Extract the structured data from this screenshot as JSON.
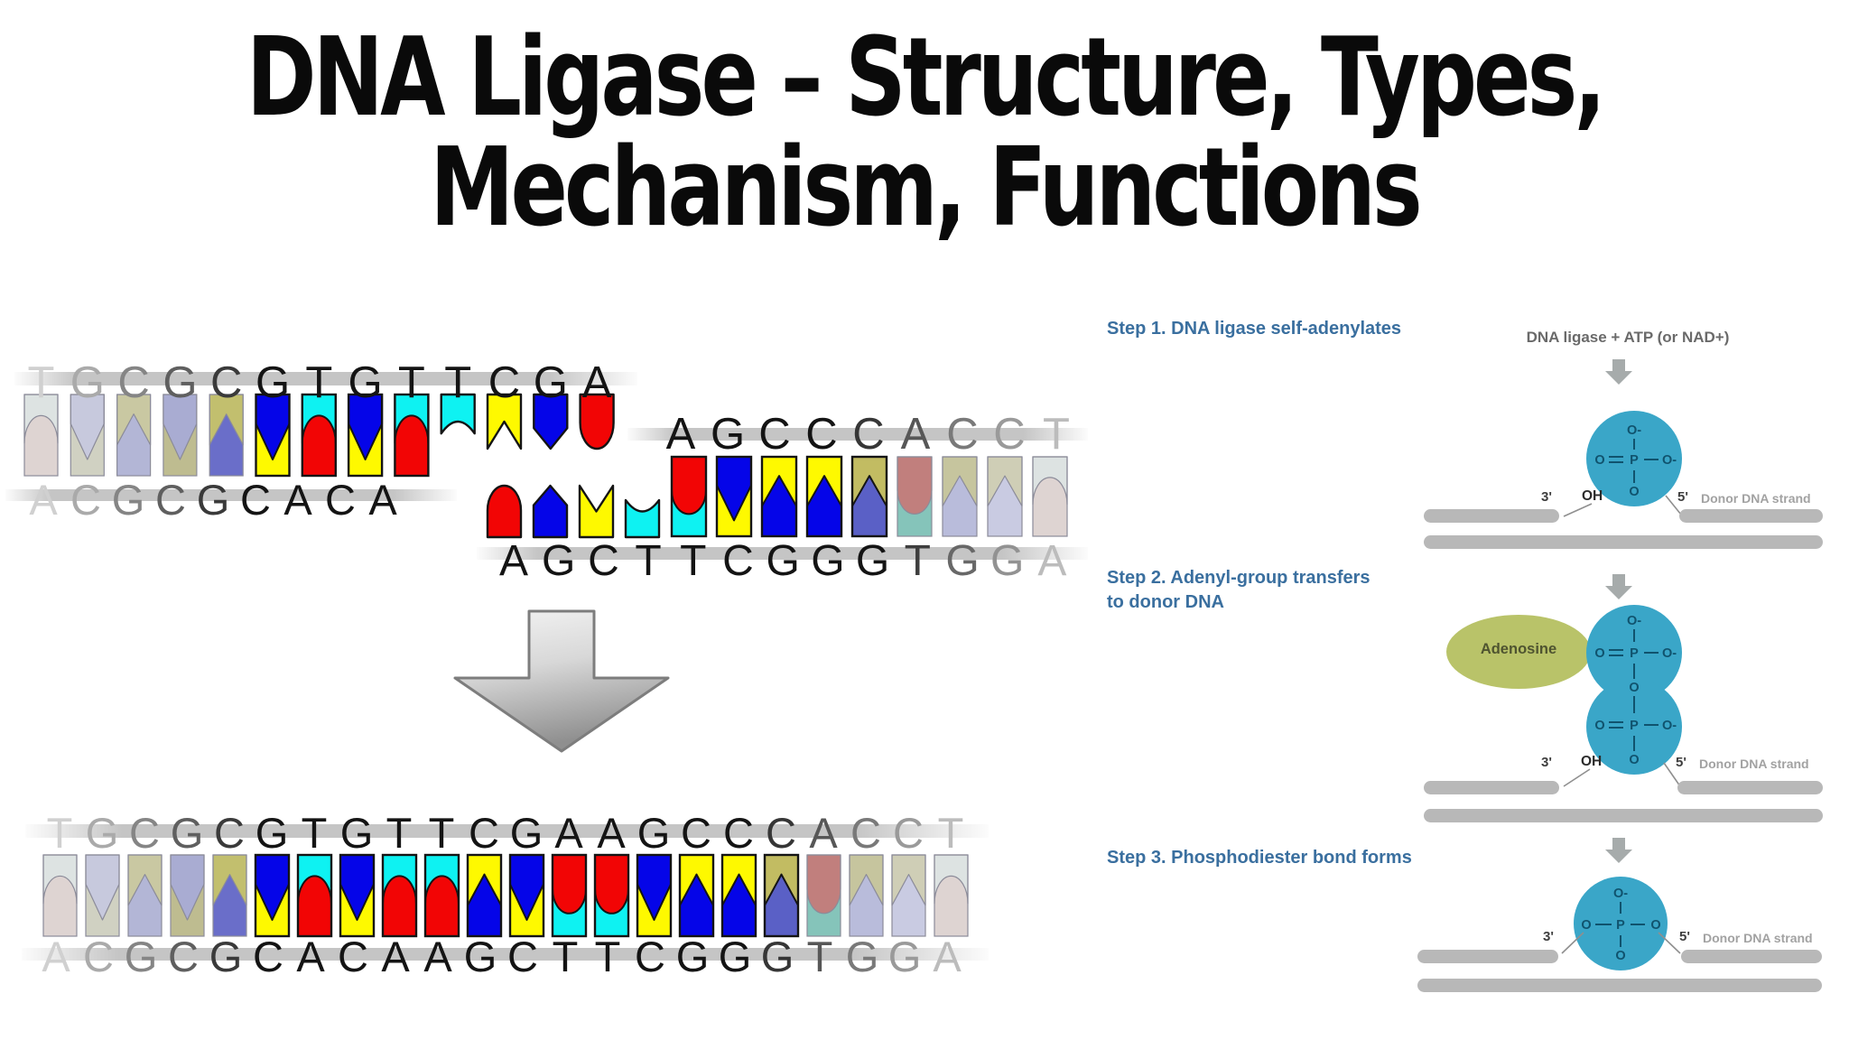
{
  "title": {
    "line1": "DNA Ligase – Structure, Types,",
    "line2": "Mechanism, Functions"
  },
  "dna": {
    "fragment1": {
      "top_strand": {
        "sequence": "TGCGCGTGTTCGA",
        "fade_in": 5,
        "fade_out": 0
      },
      "bottom_strand": {
        "sequence": "ACGCGCACA",
        "fade_in": 5,
        "fade_out": 0
      },
      "pairs": [
        {
          "t": "#dde3e2",
          "b": "#ded4d2",
          "s": "dome",
          "f": true
        },
        {
          "t": "#c7c9dd",
          "b": "#d0d1c2",
          "s": "v",
          "f": true
        },
        {
          "t": "#c9c8a2",
          "b": "#b3b6d6",
          "s": "peak",
          "f": true
        },
        {
          "t": "#a9acd2",
          "b": "#bebc90",
          "s": "v",
          "f": true
        },
        {
          "t": "#c2bf6e",
          "b": "#6a6ec9",
          "s": "peak",
          "f": true
        },
        {
          "t": "#0505e8",
          "b": "#fef900",
          "s": "v"
        },
        {
          "t": "#0ef2f2",
          "b": "#f20505",
          "s": "dome"
        },
        {
          "t": "#0505e8",
          "b": "#fef900",
          "s": "v"
        },
        {
          "t": "#0ef2f2",
          "b": "#f20505",
          "s": "dome"
        }
      ],
      "overhang_top": [
        {
          "c": "#0ef2f2",
          "s": "concave"
        },
        {
          "c": "#fef900",
          "s": "vnotch"
        },
        {
          "c": "#0505e8",
          "s": "point"
        },
        {
          "c": "#f20505",
          "s": "round"
        }
      ]
    },
    "fragment2": {
      "top_strand": {
        "sequence": "AGCCCACCT",
        "fade_in": 0,
        "fade_out": 5
      },
      "bottom_strand": {
        "sequence": "AGCTTCGGGTGGA",
        "fade_in": 0,
        "fade_out": 4
      },
      "overhang_bottom": [
        {
          "c": "#f20505",
          "s": "roundup"
        },
        {
          "c": "#0505e8",
          "s": "pointup"
        },
        {
          "c": "#fef900",
          "s": "vnotchup"
        },
        {
          "c": "#0ef2f2",
          "s": "concaveup"
        }
      ],
      "pairs": [
        {
          "t": "#f20505",
          "b": "#0ef2f2",
          "s": "rdome"
        },
        {
          "t": "#0505e8",
          "b": "#fef900",
          "s": "v"
        },
        {
          "t": "#fef900",
          "b": "#0505e8",
          "s": "peak"
        },
        {
          "t": "#fef900",
          "b": "#0505e8",
          "s": "peak"
        },
        {
          "t": "#c2bc62",
          "b": "#5a60c6",
          "s": "peak"
        },
        {
          "t": "#c17f7d",
          "b": "#85c4ba",
          "s": "rdome",
          "f": true
        },
        {
          "t": "#c6c59e",
          "b": "#b9bcdb",
          "s": "peak",
          "f": true
        },
        {
          "t": "#cfceb6",
          "b": "#c9cbe2",
          "s": "peak",
          "f": true
        },
        {
          "t": "#dde3e2",
          "b": "#ded4d2",
          "s": "dome",
          "f": true
        }
      ]
    },
    "ligated": {
      "top_strand": {
        "sequence": "TGCGCGTGTTCGAAGCCCACCT",
        "fade_in": 5,
        "fade_out": 5
      },
      "bottom_strand": {
        "sequence": "ACGCGCACAAGCTTCGGGTGGA",
        "fade_in": 5,
        "fade_out": 5
      },
      "pairs": [
        {
          "t": "#dde3e2",
          "b": "#ded4d2",
          "s": "dome",
          "f": true
        },
        {
          "t": "#c7c9dd",
          "b": "#d0d1c2",
          "s": "v",
          "f": true
        },
        {
          "t": "#c9c8a2",
          "b": "#b3b6d6",
          "s": "peak",
          "f": true
        },
        {
          "t": "#a9acd2",
          "b": "#bebc90",
          "s": "v",
          "f": true
        },
        {
          "t": "#c2bf6e",
          "b": "#6a6ec9",
          "s": "peak",
          "f": true
        },
        {
          "t": "#0505e8",
          "b": "#fef900",
          "s": "v"
        },
        {
          "t": "#0ef2f2",
          "b": "#f20505",
          "s": "dome"
        },
        {
          "t": "#0505e8",
          "b": "#fef900",
          "s": "v"
        },
        {
          "t": "#0ef2f2",
          "b": "#f20505",
          "s": "dome"
        },
        {
          "t": "#0ef2f2",
          "b": "#f20505",
          "s": "dome"
        },
        {
          "t": "#fef900",
          "b": "#0505e8",
          "s": "peak"
        },
        {
          "t": "#0505e8",
          "b": "#fef900",
          "s": "v"
        },
        {
          "t": "#f20505",
          "b": "#0ef2f2",
          "s": "rdome"
        },
        {
          "t": "#f20505",
          "b": "#0ef2f2",
          "s": "rdome"
        },
        {
          "t": "#0505e8",
          "b": "#fef900",
          "s": "v"
        },
        {
          "t": "#fef900",
          "b": "#0505e8",
          "s": "peak"
        },
        {
          "t": "#fef900",
          "b": "#0505e8",
          "s": "peak"
        },
        {
          "t": "#c2bc62",
          "b": "#5a60c6",
          "s": "peak"
        },
        {
          "t": "#c17f7d",
          "b": "#85c4ba",
          "s": "rdome",
          "f": true
        },
        {
          "t": "#c6c59e",
          "b": "#b9bcdb",
          "s": "peak",
          "f": true
        },
        {
          "t": "#cfceb6",
          "b": "#c9cbe2",
          "s": "peak",
          "f": true
        },
        {
          "t": "#dde3e2",
          "b": "#ded4d2",
          "s": "dome",
          "f": true
        }
      ]
    }
  },
  "mechanism": {
    "steps": [
      {
        "label": "Step 1. DNA ligase self-adenylates"
      },
      {
        "label": "Step 2. Adenyl-group transfers to donor DNA"
      },
      {
        "label": "Step 3. Phosphodiester bond forms"
      }
    ],
    "header": "DNA ligase + ATP (or NAD+)",
    "adenosine": "Adenosine",
    "donor": "Donor DNA strand",
    "three_prime": "3'",
    "five_prime": "5'",
    "oh": "OH",
    "chem": {
      "o_minus": "O-",
      "o": "O",
      "p": "P"
    },
    "accent_blue": "#3a6f9f",
    "phosphate_fill": "#3aa6c8",
    "adenosine_fill": "#b9c369",
    "bond_color": "#10536e",
    "bar_color": "#b8b8b8",
    "small_arrow_color": "#a6abab"
  },
  "background": "#ffffff"
}
